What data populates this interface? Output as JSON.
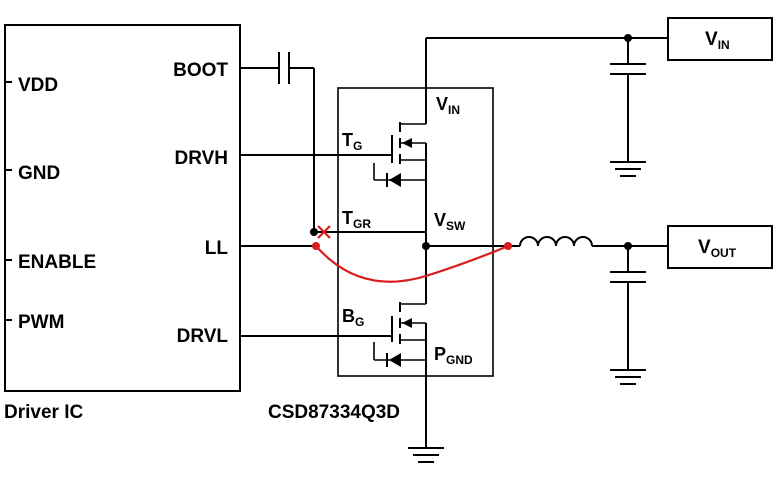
{
  "driver": {
    "name": "Driver IC",
    "pins_left": [
      "VDD",
      "GND",
      "ENABLE",
      "PWM"
    ],
    "pins_right": [
      "BOOT",
      "DRVH",
      "LL",
      "DRVL"
    ]
  },
  "module": {
    "name": "CSD87334Q3D",
    "labels": {
      "tg": {
        "main": "T",
        "sub": "G"
      },
      "tgr": {
        "main": "T",
        "sub": "GR"
      },
      "bg": {
        "main": "B",
        "sub": "G"
      },
      "vin": {
        "main": "V",
        "sub": "IN"
      },
      "vsw": {
        "main": "V",
        "sub": "SW"
      },
      "pgnd": {
        "main": "P",
        "sub": "GND"
      }
    }
  },
  "terminals": {
    "vin": {
      "main": "V",
      "sub": "IN"
    },
    "vout": {
      "main": "V",
      "sub": "OUT"
    }
  },
  "colors": {
    "wire": "#000000",
    "highlight": "#d81b1b"
  }
}
